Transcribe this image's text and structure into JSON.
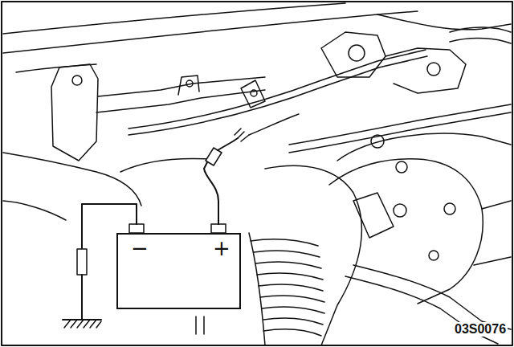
{
  "diagram": {
    "nodes": [
      {
        "text": [
          "−",
          "+"
        ]
      }
    ],
    "labels": [
      "03S0076"
    ]
  }
}
